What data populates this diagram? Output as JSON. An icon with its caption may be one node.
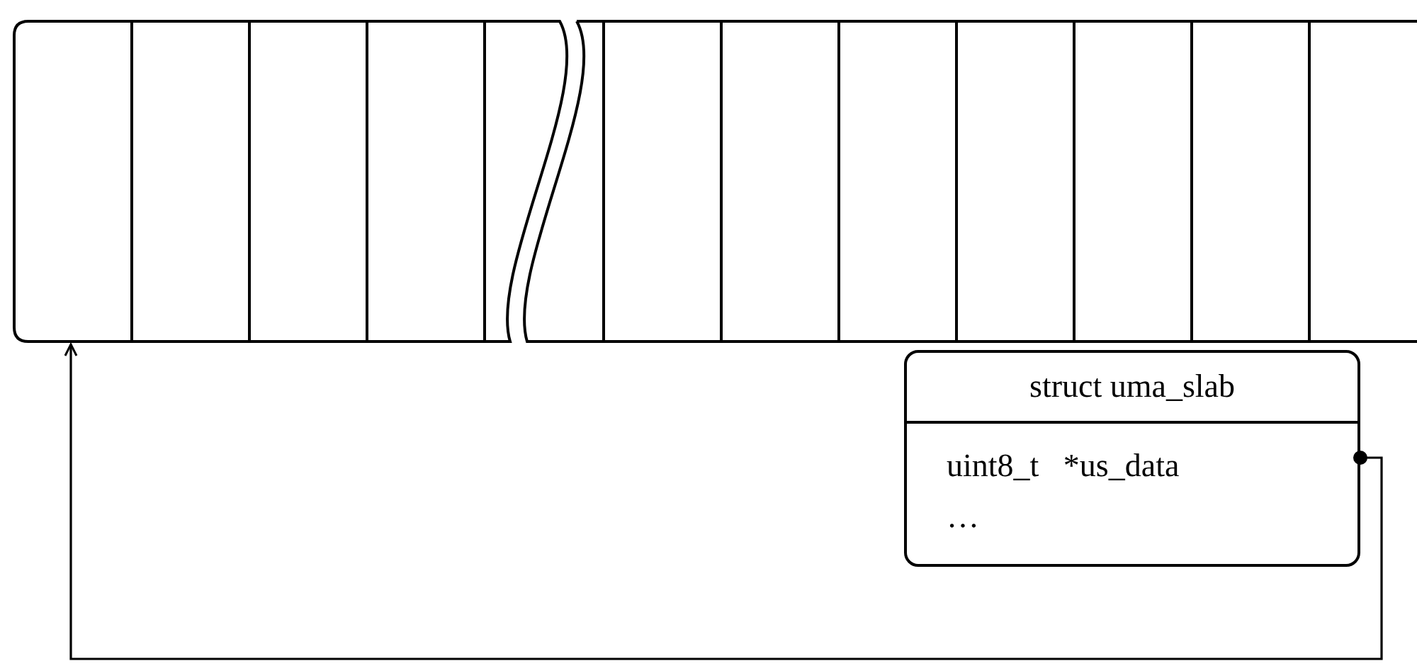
{
  "diagram": {
    "nodes": [
      {
        "text": [],
        "shape": "box"
      },
      {
        "text": [
          "struct uma_slab",
          "uint8_t   *us_data",
          "…"
        ]
      }
    ],
    "edges": [
      {
        "from": 1,
        "to": 0,
        "arrow": "to"
      }
    ]
  }
}
